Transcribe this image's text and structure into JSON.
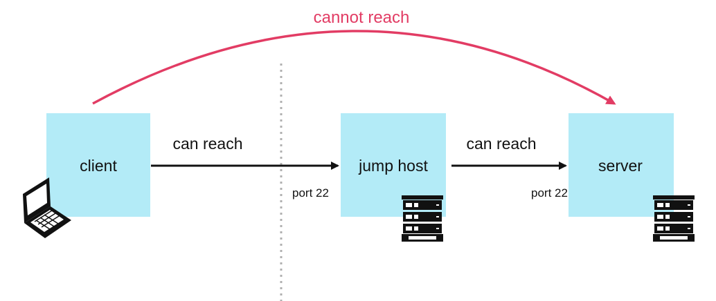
{
  "nodes": {
    "client": {
      "label": "client",
      "icon": "laptop-icon"
    },
    "jump_host": {
      "label": "jump host",
      "icon": "server-rack-icon"
    },
    "server": {
      "label": "server",
      "icon": "server-rack-icon"
    }
  },
  "edges": {
    "client_to_jump": {
      "label": "can reach"
    },
    "jump_to_server": {
      "label": "can reach"
    },
    "client_to_server": {
      "label": "cannot reach"
    }
  },
  "ports": {
    "jump_host": "port 22",
    "server": "port 22"
  },
  "colors": {
    "box_fill": "#b3ebf7",
    "arrow": "#111111",
    "blocked_arrow": "#e23c64",
    "divider": "#b0b0b0",
    "icon": "#111111"
  }
}
